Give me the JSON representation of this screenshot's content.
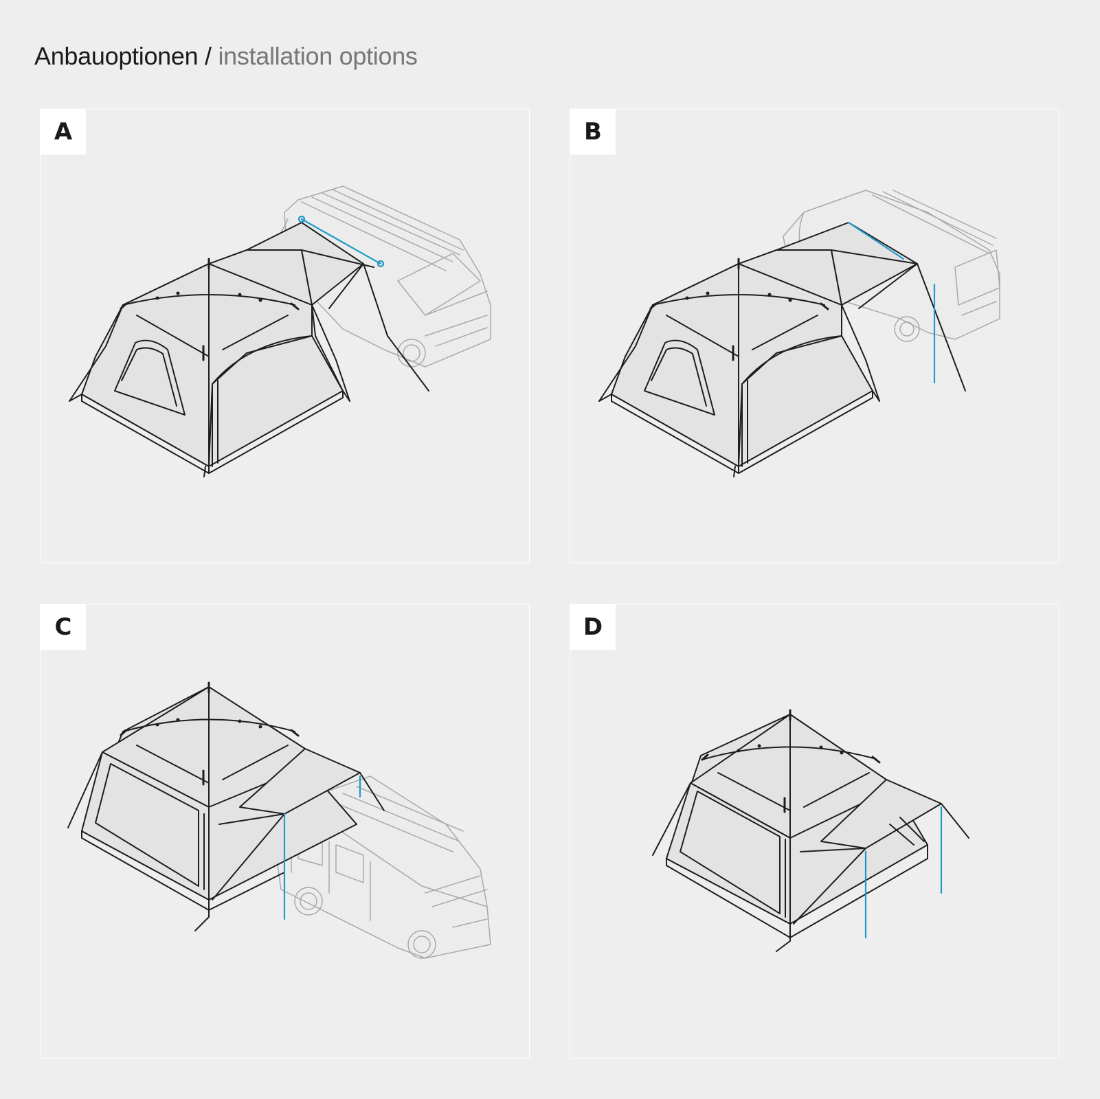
{
  "header": {
    "title_de": "Anbauoptionen",
    "separator": "/",
    "title_en": "installation options"
  },
  "panels": [
    {
      "id": "a",
      "label": "A"
    },
    {
      "id": "b",
      "label": "B"
    },
    {
      "id": "c",
      "label": "C"
    },
    {
      "id": "d",
      "label": "D"
    }
  ],
  "colors": {
    "background": "#eeeeee",
    "panel_border": "#ffffff",
    "label_box": "#ffffff",
    "line": "#1e1e1e",
    "van_line": "#a9a9a9",
    "accent_blue": "#1f9ac7",
    "subtitle_grey": "#777777"
  }
}
